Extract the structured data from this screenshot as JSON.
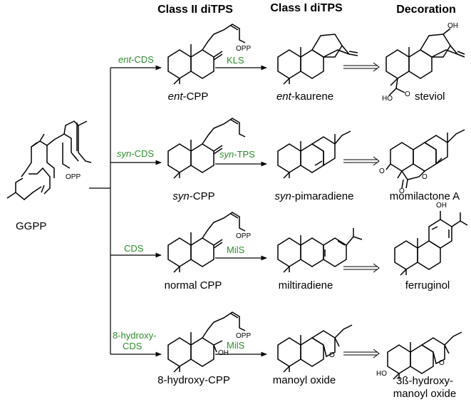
{
  "colors": {
    "enzyme": "#2e8b2e",
    "ink": "#000000",
    "background": "#ffffff"
  },
  "headers": {
    "class2": "Class II diTPS",
    "class1": "Class I diTPS",
    "decoration": "Decoration"
  },
  "precursor": {
    "name": "GGPP",
    "opp": "OPP"
  },
  "rows": [
    {
      "cds_prefix": "ent",
      "cds_suffix": "-CDS",
      "intermediate_prefix": "ent",
      "intermediate_suffix": "-CPP",
      "intermediate_opp": "OPP",
      "enzyme": "KLS",
      "product_prefix": "ent",
      "product_suffix": "-kaurene",
      "final": "steviol",
      "final_oh": "OH",
      "final_ho": "HO",
      "final_o": "O"
    },
    {
      "cds_prefix": "syn",
      "cds_suffix": "-CDS",
      "intermediate_prefix": "syn",
      "intermediate_suffix": "-CPP",
      "enzyme_prefix": "syn",
      "enzyme_suffix": "-TPS",
      "product_prefix": "syn",
      "product_suffix": "-pimaradiene",
      "final": "momilactone A",
      "final_o1": "O",
      "final_o2": "O",
      "final_o3": "O"
    },
    {
      "cds": "CDS",
      "intermediate": "normal CPP",
      "intermediate_opp": "OPP",
      "enzyme": "MilS",
      "product": "miltiradiene",
      "final": "ferruginol",
      "final_oh": "OH"
    },
    {
      "cds_line1": "8-hydroxy-",
      "cds_line2": "CDS",
      "intermediate": "8-hydroxy-CPP",
      "intermediate_opp": "OPP",
      "intermediate_oh": "OH",
      "enzyme": "MilS",
      "product": "manoyl oxide",
      "product_o": "O",
      "final_line1": "3ß-hydroxy-",
      "final_line2": "manoyl oxide",
      "final_ho": "HO",
      "final_o": "O"
    }
  ]
}
